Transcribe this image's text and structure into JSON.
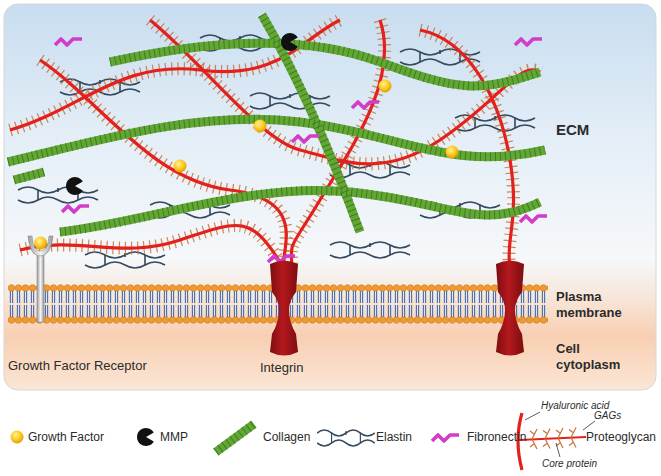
{
  "diagram": {
    "labels": [
      "ECM",
      "Plasma membrane",
      "Cell cytoplasm",
      "Growth Factor Receptor",
      "Integrin",
      "Hyaluronic acid",
      "GAGs",
      "Core protein"
    ],
    "legend": [
      {
        "text": "Growth Factor"
      },
      {
        "text": "MMP"
      },
      {
        "text": "Collagen"
      },
      {
        "text": "Elastin"
      },
      {
        "text": "Fibronectin"
      },
      {
        "text": "Proteoglycan"
      }
    ]
  }
}
